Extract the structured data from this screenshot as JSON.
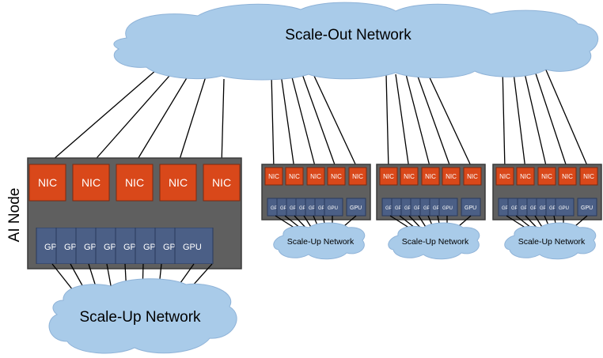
{
  "scale_out": {
    "label": "Scale-Out Network"
  },
  "big_node": {
    "side_label": "AI Node",
    "nic_labels": [
      "NIC",
      "NIC",
      "NIC",
      "NIC",
      "NIC"
    ],
    "gpu_labels": [
      "GPU",
      "GPU",
      "GPU",
      "GPU",
      "GPU",
      "GPU",
      "GPU",
      "GPU"
    ],
    "scale_up_label": "Scale-Up Network"
  },
  "small_nodes": [
    {
      "nic_labels": [
        "NIC",
        "NIC",
        "NIC",
        "NIC",
        "NIC"
      ],
      "gpu_labels": [
        "GPU",
        "GPU",
        "GPU",
        "GPU",
        "GPU",
        "GPU",
        "GPU",
        "GPU"
      ],
      "scale_up_label": "Scale-Up Network"
    },
    {
      "nic_labels": [
        "NIC",
        "NIC",
        "NIC",
        "NIC",
        "NIC"
      ],
      "gpu_labels": [
        "GPU",
        "GPU",
        "GPU",
        "GPU",
        "GPU",
        "GPU",
        "GPU",
        "GPU"
      ],
      "scale_up_label": "Scale-Up Network"
    },
    {
      "nic_labels": [
        "NIC",
        "NIC",
        "NIC",
        "NIC",
        "NIC"
      ],
      "gpu_labels": [
        "GPU",
        "GPU",
        "GPU",
        "GPU",
        "GPU",
        "GPU",
        "GPU",
        "GPU"
      ],
      "scale_up_label": "Scale-Up Network"
    }
  ],
  "colors": {
    "cloud": "#a9cbe9",
    "node": "#5f5f5f",
    "nic": "#d9481a",
    "gpu": "#4b5f86"
  }
}
